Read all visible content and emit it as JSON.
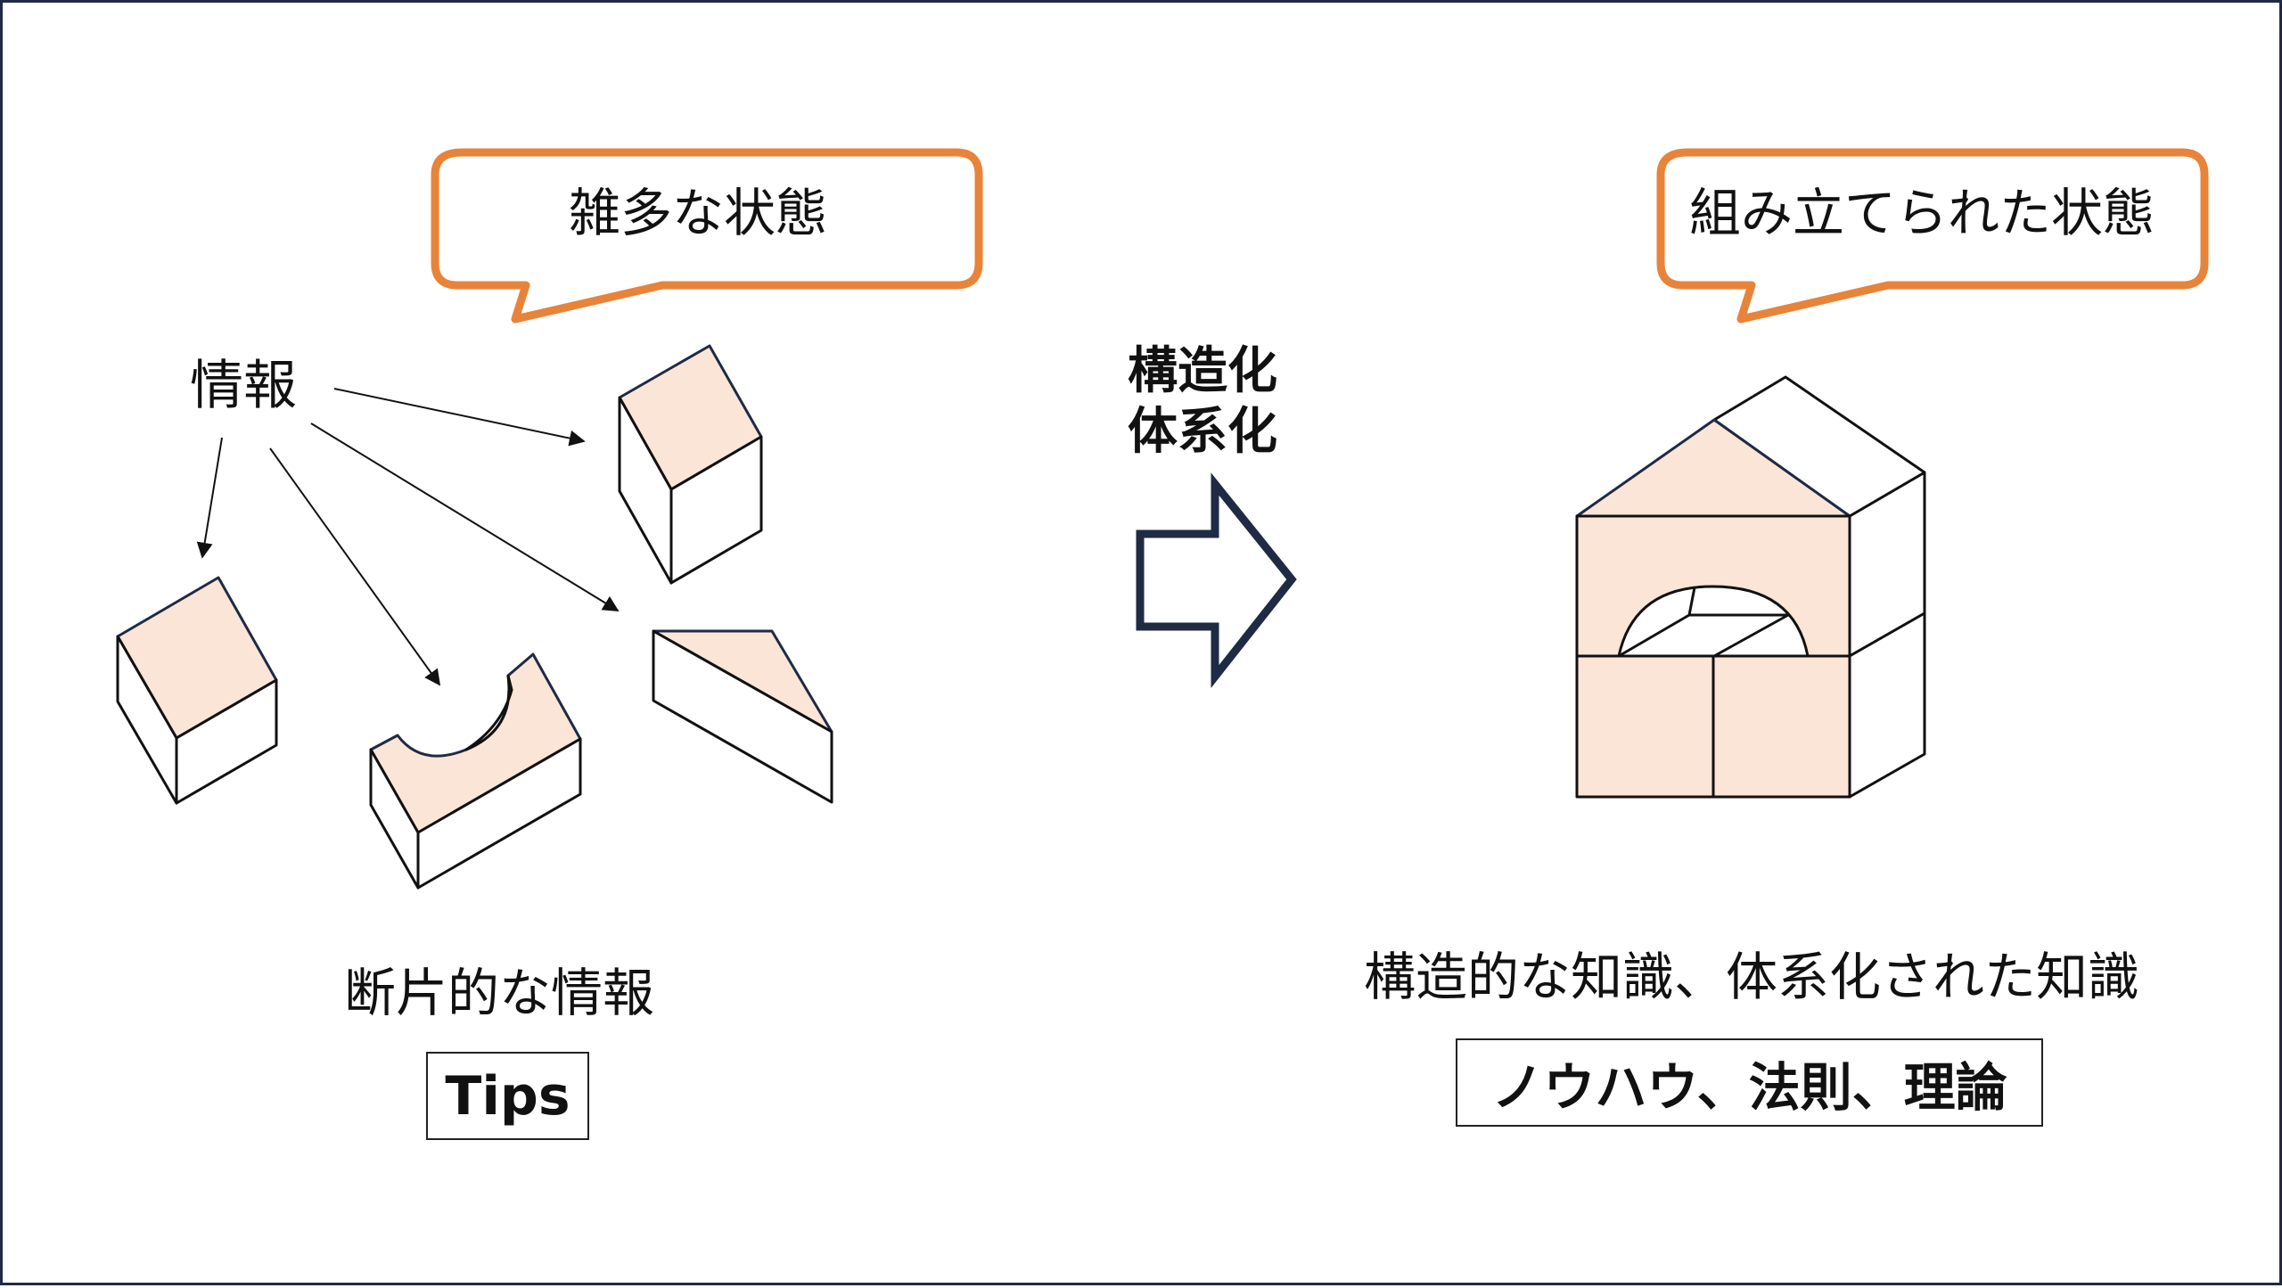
{
  "left": {
    "bubble_text": "雑多な状態",
    "source_label": "情報",
    "caption": "断片的な情報",
    "boxed_label": "Tips"
  },
  "center": {
    "line1": "構造化",
    "line2": "体系化"
  },
  "right": {
    "bubble_text": "組み立てられた状態",
    "caption": "構造的な知識、体系化された知識",
    "boxed_label": "ノウハウ、法則、理論"
  },
  "colors": {
    "bubble_border": "#e8833a",
    "block_face": "#fbe5d6",
    "outline": "#111111",
    "arrow_stroke": "#1f2a44",
    "frame": "#1f2a44"
  }
}
